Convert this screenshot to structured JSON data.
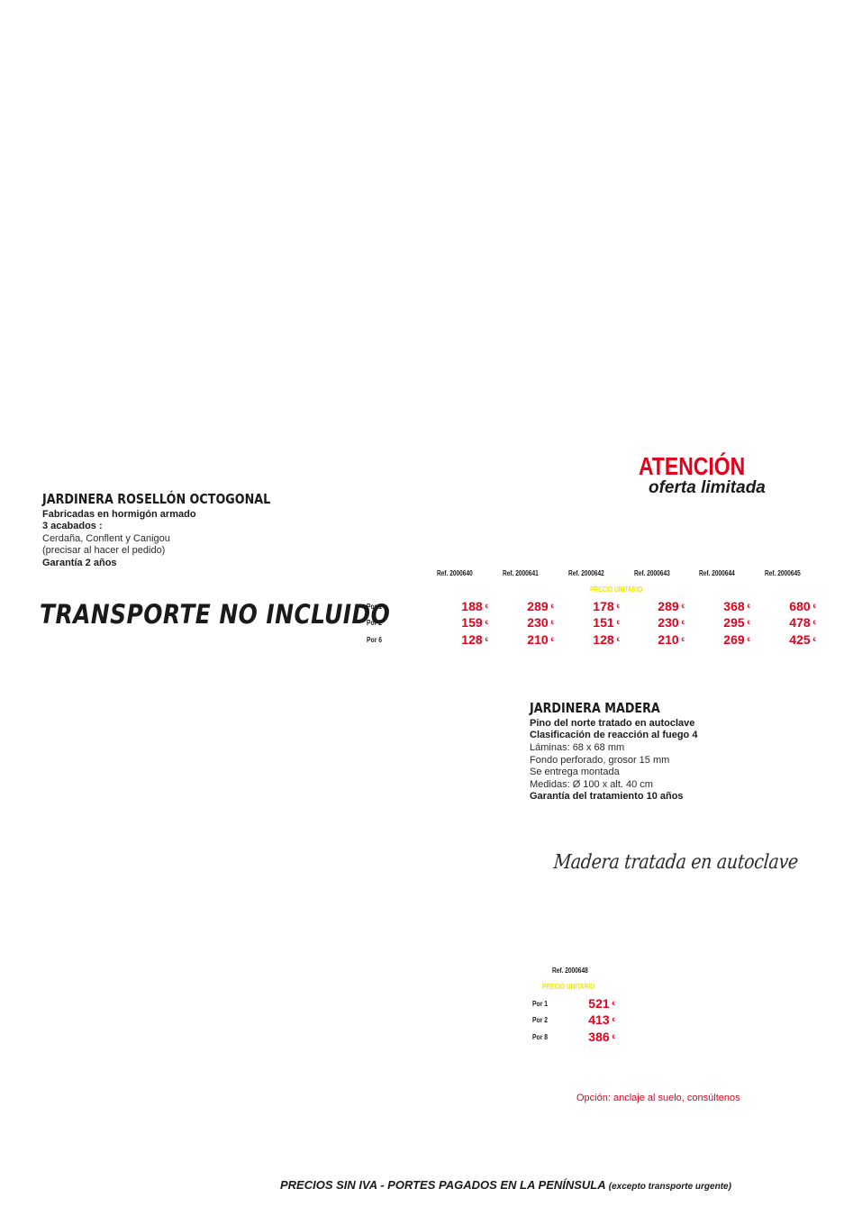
{
  "promo": {
    "title": "ATENCIÓN",
    "subtitle": "oferta limitada"
  },
  "product1": {
    "title": "JARDINERA ROSELLÓN OCTOGONAL",
    "line1": "Fabricadas en hormigón armado",
    "line2": "3 acabados :",
    "line3": "Cerdaña, Conflent y Canigou",
    "line4": "(precisar al hacer el pedido)",
    "line5": "Garantía 2 años",
    "transport_notice": "TRANSPORTE NO INCLUIDO",
    "table": {
      "refs": [
        "Ref. 2000640",
        "Ref. 2000641",
        "Ref. 2000642",
        "Ref. 2000643",
        "Ref. 2000644",
        "Ref. 2000645"
      ],
      "price_header": "PRECIO UNITARIO",
      "rows": [
        {
          "label": "Por 1",
          "prices": [
            "188",
            "289",
            "178",
            "289",
            "368",
            "680"
          ]
        },
        {
          "label": "Por 2",
          "prices": [
            "159",
            "230",
            "151",
            "230",
            "295",
            "478"
          ]
        },
        {
          "label": "Por 6",
          "prices": [
            "128",
            "210",
            "128",
            "210",
            "269",
            "425"
          ]
        }
      ],
      "currency": "€"
    }
  },
  "product2": {
    "title": "JARDINERA MADERA",
    "line1": "Pino del norte tratado en autoclave",
    "line2": "Clasificación de reacción al fuego 4",
    "line3": "Láminas: 68 x 68 mm",
    "line4": "Fondo perforado, grosor 15 mm",
    "line5": "Se entrega montada",
    "line6": "Medidas: Ø 100 x alt. 40 cm",
    "line7": "Garantía del tratamiento 10 años",
    "script_note": "Madera tratada en autoclave",
    "table": {
      "ref": "Ref. 2000648",
      "price_header": "PRECIO UNITARIO",
      "rows": [
        {
          "label": "Por 1",
          "price": "521"
        },
        {
          "label": "Por 2",
          "price": "413"
        },
        {
          "label": "Por 8",
          "price": "386"
        }
      ],
      "currency": "€"
    },
    "option_note": "Opción: anclaje al suelo, consúltenos"
  },
  "footer": {
    "main": "PRECIOS SIN IVA - PORTES PAGADOS EN LA PENÍNSULA",
    "small": "(excepto transporte urgente)"
  },
  "colors": {
    "accent_red": "#e3001b",
    "price_header_yellow": "#f2e600",
    "text": "#1a1a1a"
  }
}
